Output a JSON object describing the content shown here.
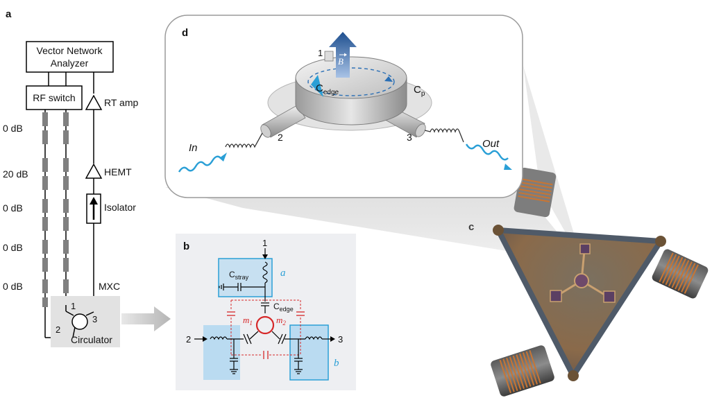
{
  "panels": {
    "a": "a",
    "b": "b",
    "c": "c",
    "d": "d"
  },
  "panel_a": {
    "vna_line1": "Vector Network",
    "vna_line2": "Analyzer",
    "rf_switch": "RF switch",
    "rt_amp": "RT amp",
    "hemt": "HEMT",
    "isolator": "Isolator",
    "mxc": "MXC",
    "circulator": "Circulator",
    "attenuations": [
      "0 dB",
      "20 dB",
      "0 dB",
      "0 dB",
      "0 dB"
    ],
    "ports": [
      "1",
      "2",
      "3"
    ]
  },
  "panel_b": {
    "port1": "1",
    "port2": "2",
    "port3": "3",
    "c_stray_main": "C",
    "c_stray_sub": "stray",
    "c_edge_main": "C",
    "c_edge_sub": "edge",
    "m1_main": "m",
    "m1_sub": "1",
    "m2_main": "m",
    "m2_sub": "2",
    "box_a": "a",
    "box_b": "b"
  },
  "panel_d": {
    "port1": "1",
    "port2": "2",
    "port3": "3",
    "b_field": "B",
    "c_edge_main": "C",
    "c_edge_sub": "edge",
    "cp_main": "C",
    "cp_sub": "p",
    "in_label": "In",
    "out_label": "Out"
  },
  "colors": {
    "accent_blue": "#2a9fd6",
    "red": "#d62728",
    "box_blue": "#a8d4f0",
    "gray_attenuator": "#808080",
    "bg_panel_b": "#eeeff2"
  }
}
